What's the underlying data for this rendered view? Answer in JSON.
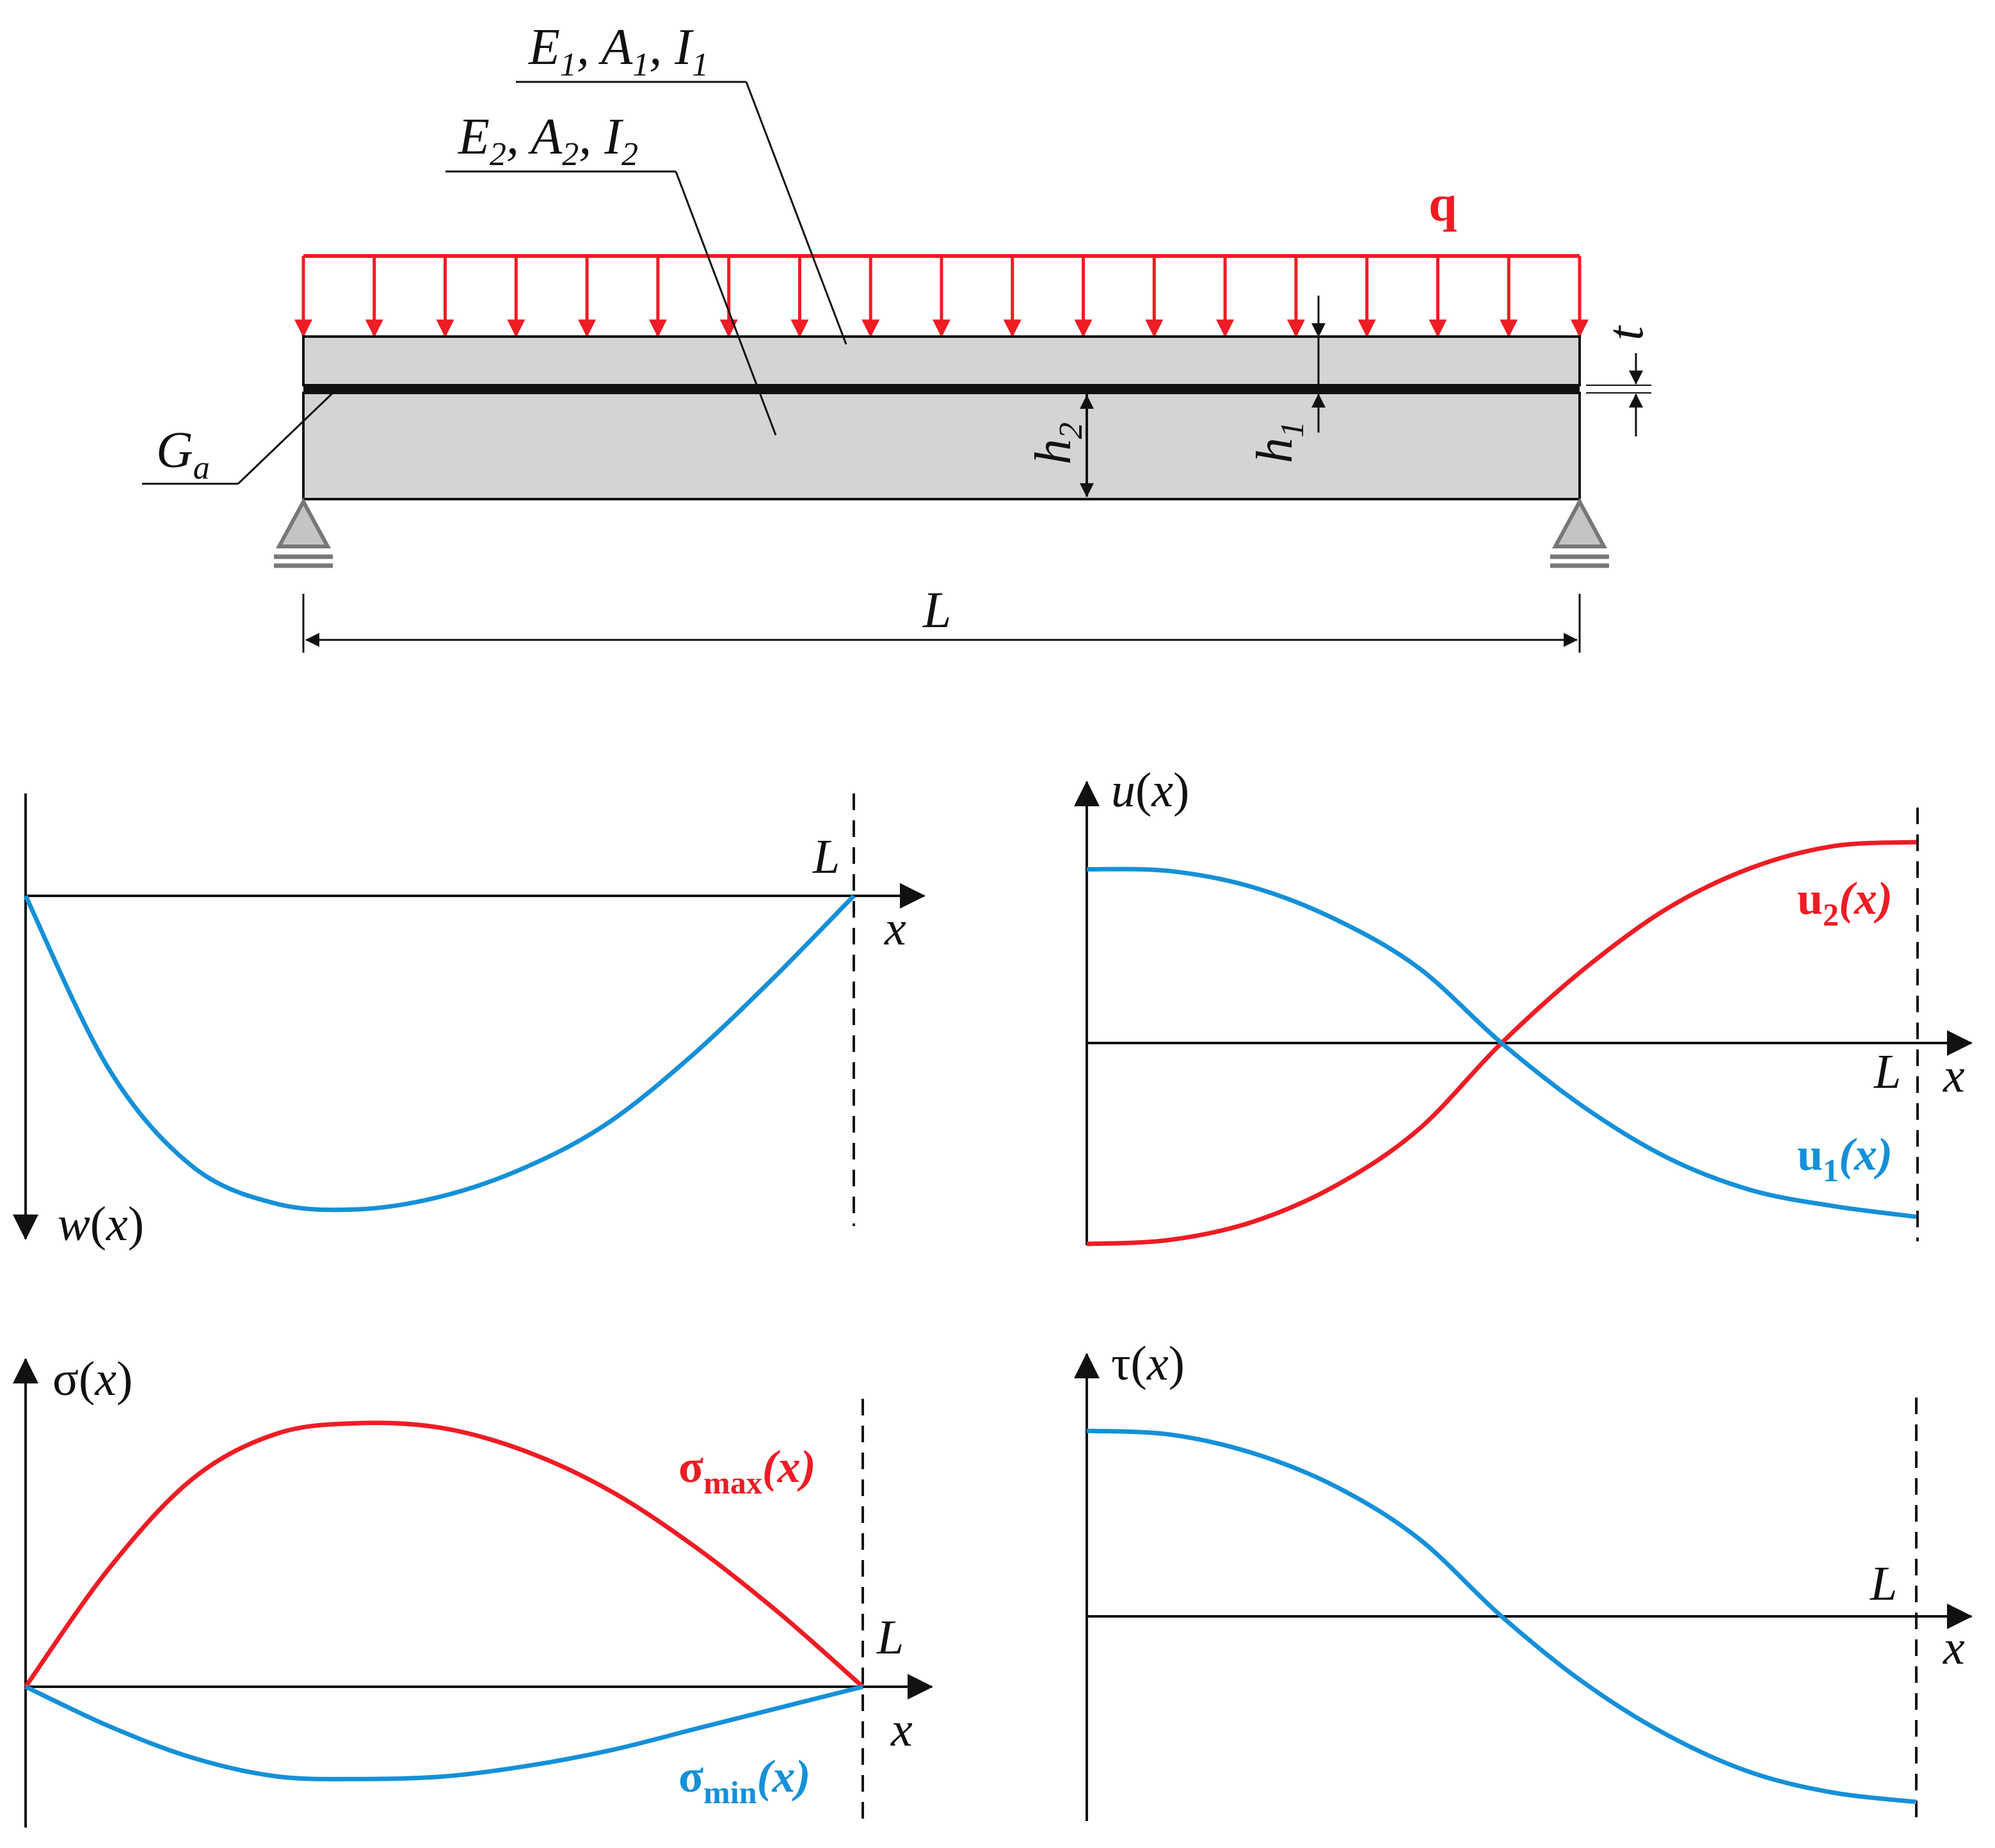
{
  "colors": {
    "load": "#ee1c24",
    "blue": "#1590d8",
    "red": "#ee1c24",
    "beam_fill": "#d4d4d4",
    "ink": "#111111"
  },
  "beam": {
    "load_label": "q",
    "top_layer_label": [
      "E",
      "1",
      ", A",
      "1",
      ", I",
      "1"
    ],
    "bottom_layer_label": [
      "E",
      "2",
      ", A",
      "2",
      ", I",
      "2"
    ],
    "adhesive_label": [
      "G",
      "a"
    ],
    "h1_label": [
      "h",
      "1"
    ],
    "h2_label": [
      "h",
      "2"
    ],
    "t_label": "t",
    "span_label": "L",
    "load_arrow_count": 19
  },
  "panels": {
    "w": {
      "ylabel": [
        "w",
        "(",
        "x",
        ")"
      ],
      "xlabel": "x",
      "L_label": "L"
    },
    "u": {
      "ylabel": [
        "u",
        "(",
        "x",
        ")"
      ],
      "xlabel": "x",
      "L_label": "L",
      "series": [
        {
          "label_main": "u",
          "label_sub": "2",
          "label_arg": "(x)"
        },
        {
          "label_main": "u",
          "label_sub": "1",
          "label_arg": "(x)"
        }
      ]
    },
    "sigma": {
      "ylabel": [
        "σ",
        "(",
        "x",
        ")"
      ],
      "xlabel": "x",
      "L_label": "L",
      "series": [
        {
          "label_main": "σ",
          "label_sub": "max",
          "label_arg": "(x)"
        },
        {
          "label_main": "σ",
          "label_sub": "min",
          "label_arg": "(x)"
        }
      ]
    },
    "tau": {
      "ylabel": [
        "τ",
        "(",
        "x",
        ")"
      ],
      "xlabel": "x",
      "L_label": "L"
    }
  },
  "chart_data": [
    {
      "type": "line",
      "x": [
        0,
        0.1,
        0.2,
        0.3,
        0.4,
        0.5,
        0.6,
        0.7,
        0.8,
        0.9,
        1.0
      ],
      "series": [
        {
          "values": [
            0,
            0.55,
            0.86,
            0.98,
            1.0,
            0.96,
            0.87,
            0.73,
            0.52,
            0.27,
            0
          ]
        }
      ]
    },
    {
      "type": "line",
      "x": [
        0,
        0.1,
        0.2,
        0.3,
        0.4,
        0.5,
        0.6,
        0.7,
        0.8,
        0.9,
        1.0
      ],
      "series": [
        {
          "values": [
            -1.0,
            -0.98,
            -0.89,
            -0.71,
            -0.43,
            0,
            0.37,
            0.67,
            0.87,
            0.98,
            1.0
          ]
        },
        {
          "values": [
            0.97,
            0.96,
            0.87,
            0.69,
            0.42,
            0,
            -0.36,
            -0.64,
            -0.82,
            -0.91,
            -0.97
          ]
        }
      ]
    },
    {
      "type": "line",
      "x": [
        0,
        0.1,
        0.2,
        0.3,
        0.4,
        0.5,
        0.6,
        0.7,
        0.8,
        0.9,
        1.0
      ],
      "series": [
        {
          "values": [
            0,
            0.45,
            0.79,
            0.96,
            1.0,
            0.98,
            0.89,
            0.74,
            0.53,
            0.28,
            0
          ]
        },
        {
          "values": [
            0,
            -0.15,
            -0.27,
            -0.34,
            -0.35,
            -0.34,
            -0.3,
            -0.24,
            -0.16,
            -0.08,
            0
          ]
        }
      ]
    },
    {
      "type": "line",
      "x": [
        0,
        0.1,
        0.2,
        0.3,
        0.4,
        0.5,
        0.6,
        0.7,
        0.8,
        0.9,
        1.0
      ],
      "series": [
        {
          "values": [
            1.0,
            0.98,
            0.88,
            0.7,
            0.42,
            0,
            -0.36,
            -0.64,
            -0.84,
            -0.95,
            -1.0
          ]
        }
      ]
    }
  ]
}
